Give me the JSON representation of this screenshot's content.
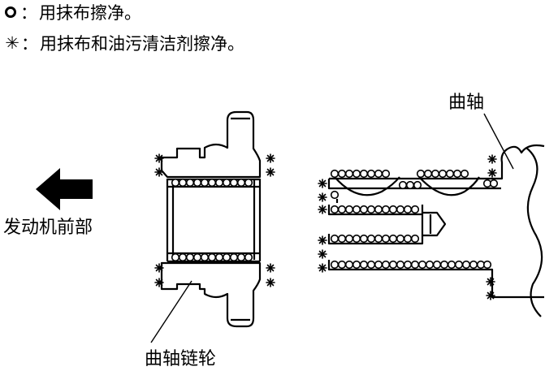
{
  "legend": {
    "items": [
      {
        "symbol": "o",
        "separator": "：",
        "text": "用抹布擦净。"
      },
      {
        "symbol": "✳",
        "separator": "：",
        "text": "用抹布和油污清洁剂擦净。"
      }
    ]
  },
  "labels": {
    "engine_front": "发动机前部",
    "crankshaft": "曲轴",
    "crankshaft_sprocket": "曲轴链轮"
  },
  "icons": {
    "wipe_cloth": "circle-o-icon",
    "wipe_cloth_and_cleaner": "asterisk-icon",
    "direction": "arrow-left-icon"
  }
}
